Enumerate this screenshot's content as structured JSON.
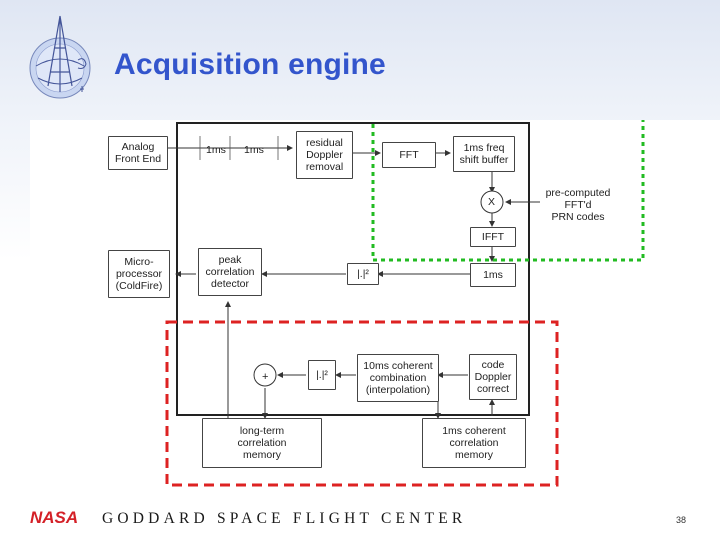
{
  "slide": {
    "title": "Acquisition engine",
    "footer_org": "GODDARD SPACE FLIGHT CENTER",
    "footer_logo_text": "NASA",
    "page_number": "38"
  },
  "diagram": {
    "blocks": {
      "analog_front_end": "Analog\nFront End",
      "residual_doppler": "residual\nDoppler\nremoval",
      "fft": "FFT",
      "freq_shift_buffer": "1ms freq\nshift buffer",
      "prn_codes": "pre-computed\nFFT'd\nPRN codes",
      "ifft": "IFFT",
      "microprocessor": "Micro-\nprocessor\n(ColdFire)",
      "peak_detector": "peak\ncorrelation\ndetector",
      "mag_sq_top": "|.|²",
      "one_ms": "1ms",
      "mag_sq_bottom": "|.|²",
      "coherent_10ms": "10ms coherent\ncombination\n(interpolation)",
      "code_doppler": "code\nDoppler\ncorrect",
      "long_term_memory": "long-term\ncorrelation\nmemory",
      "coherent_1ms_memory": "1ms coherent\ncorrelation\nmemory"
    },
    "labels": {
      "buffer_a": "1ms",
      "buffer_b": "1ms",
      "multiply": "X",
      "sum_plus": "+"
    },
    "region_colors": {
      "fft_region": "#22bb22",
      "memory_region": "#dd2222"
    }
  }
}
